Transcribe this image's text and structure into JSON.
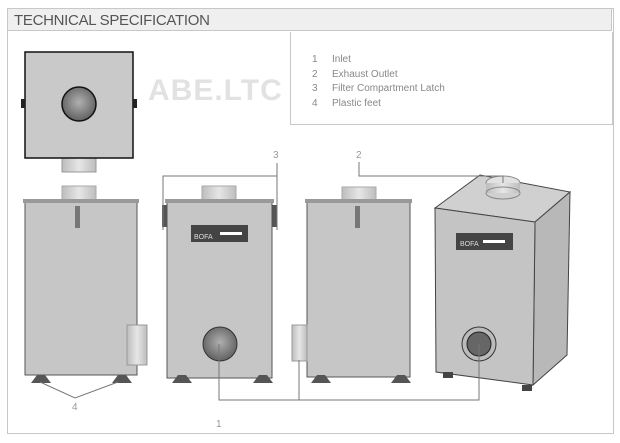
{
  "header": {
    "title": "TECHNICAL SPECIFICATION"
  },
  "legend": [
    {
      "num": "1",
      "label": "Inlet"
    },
    {
      "num": "2",
      "label": "Exhaust Outlet"
    },
    {
      "num": "3",
      "label": "Filter Compartment Latch"
    },
    {
      "num": "4",
      "label": "Plastic feet"
    }
  ],
  "callouts": {
    "inlet": "1",
    "outlet": "2",
    "latch": "3",
    "feet": "4"
  },
  "brand": "BOFA",
  "watermark": "ABE.LTC"
}
